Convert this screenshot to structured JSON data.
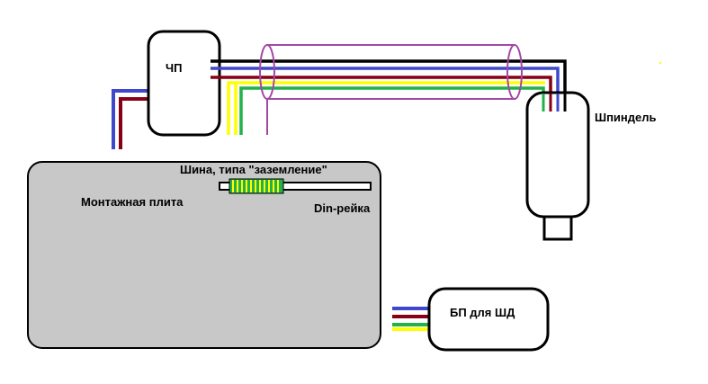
{
  "labels": {
    "vfd": "ЧП",
    "spindle": "Шпиндель",
    "mounting_plate": "Монтажная плита",
    "ground_bus": "Шина, типа \"заземление\"",
    "din_rail": "Din-рейка",
    "psu": "БП для ШД"
  },
  "colors": {
    "plate_fill": "#c8c8c8",
    "outline": "#000000",
    "wire_black": "#000000",
    "wire_blue": "#3f48cc",
    "wire_red": "#880015",
    "wire_green": "#22b14c",
    "wire_yellow": "#ffff00",
    "shield": "#a349a4",
    "ground_green": "#22b14c",
    "ground_yellow": "#ffff00"
  }
}
